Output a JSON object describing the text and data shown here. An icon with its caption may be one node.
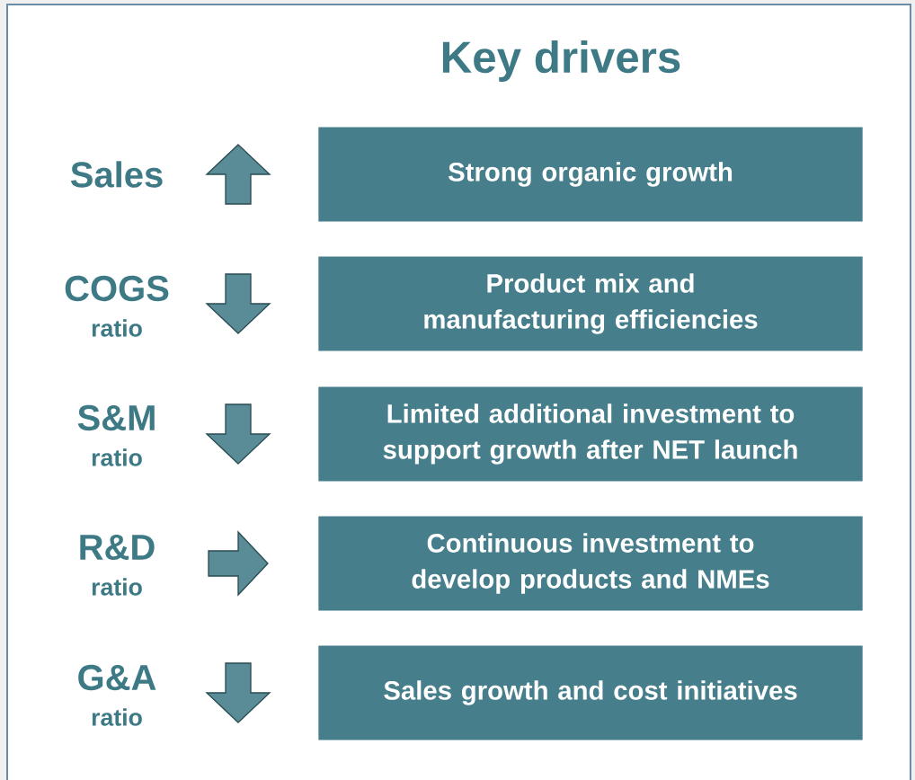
{
  "diagram": {
    "title": "Key drivers",
    "nodes": [
      {
        "text": [
          "Strong organic growth"
        ]
      },
      {
        "text": [
          "Product mix and manufacturing efficiencies"
        ]
      },
      {
        "text": [
          "Limited additional investment to support growth after NET launch"
        ]
      },
      {
        "text": [
          "Continuous investment to develop products and NMEs"
        ]
      },
      {
        "text": [
          "Sales growth and cost initiatives"
        ]
      }
    ],
    "labels": [
      "Sales",
      "COGS",
      "ratio",
      "S&M",
      "ratio",
      "R&D",
      "ratio",
      "G&A",
      "ratio"
    ]
  }
}
